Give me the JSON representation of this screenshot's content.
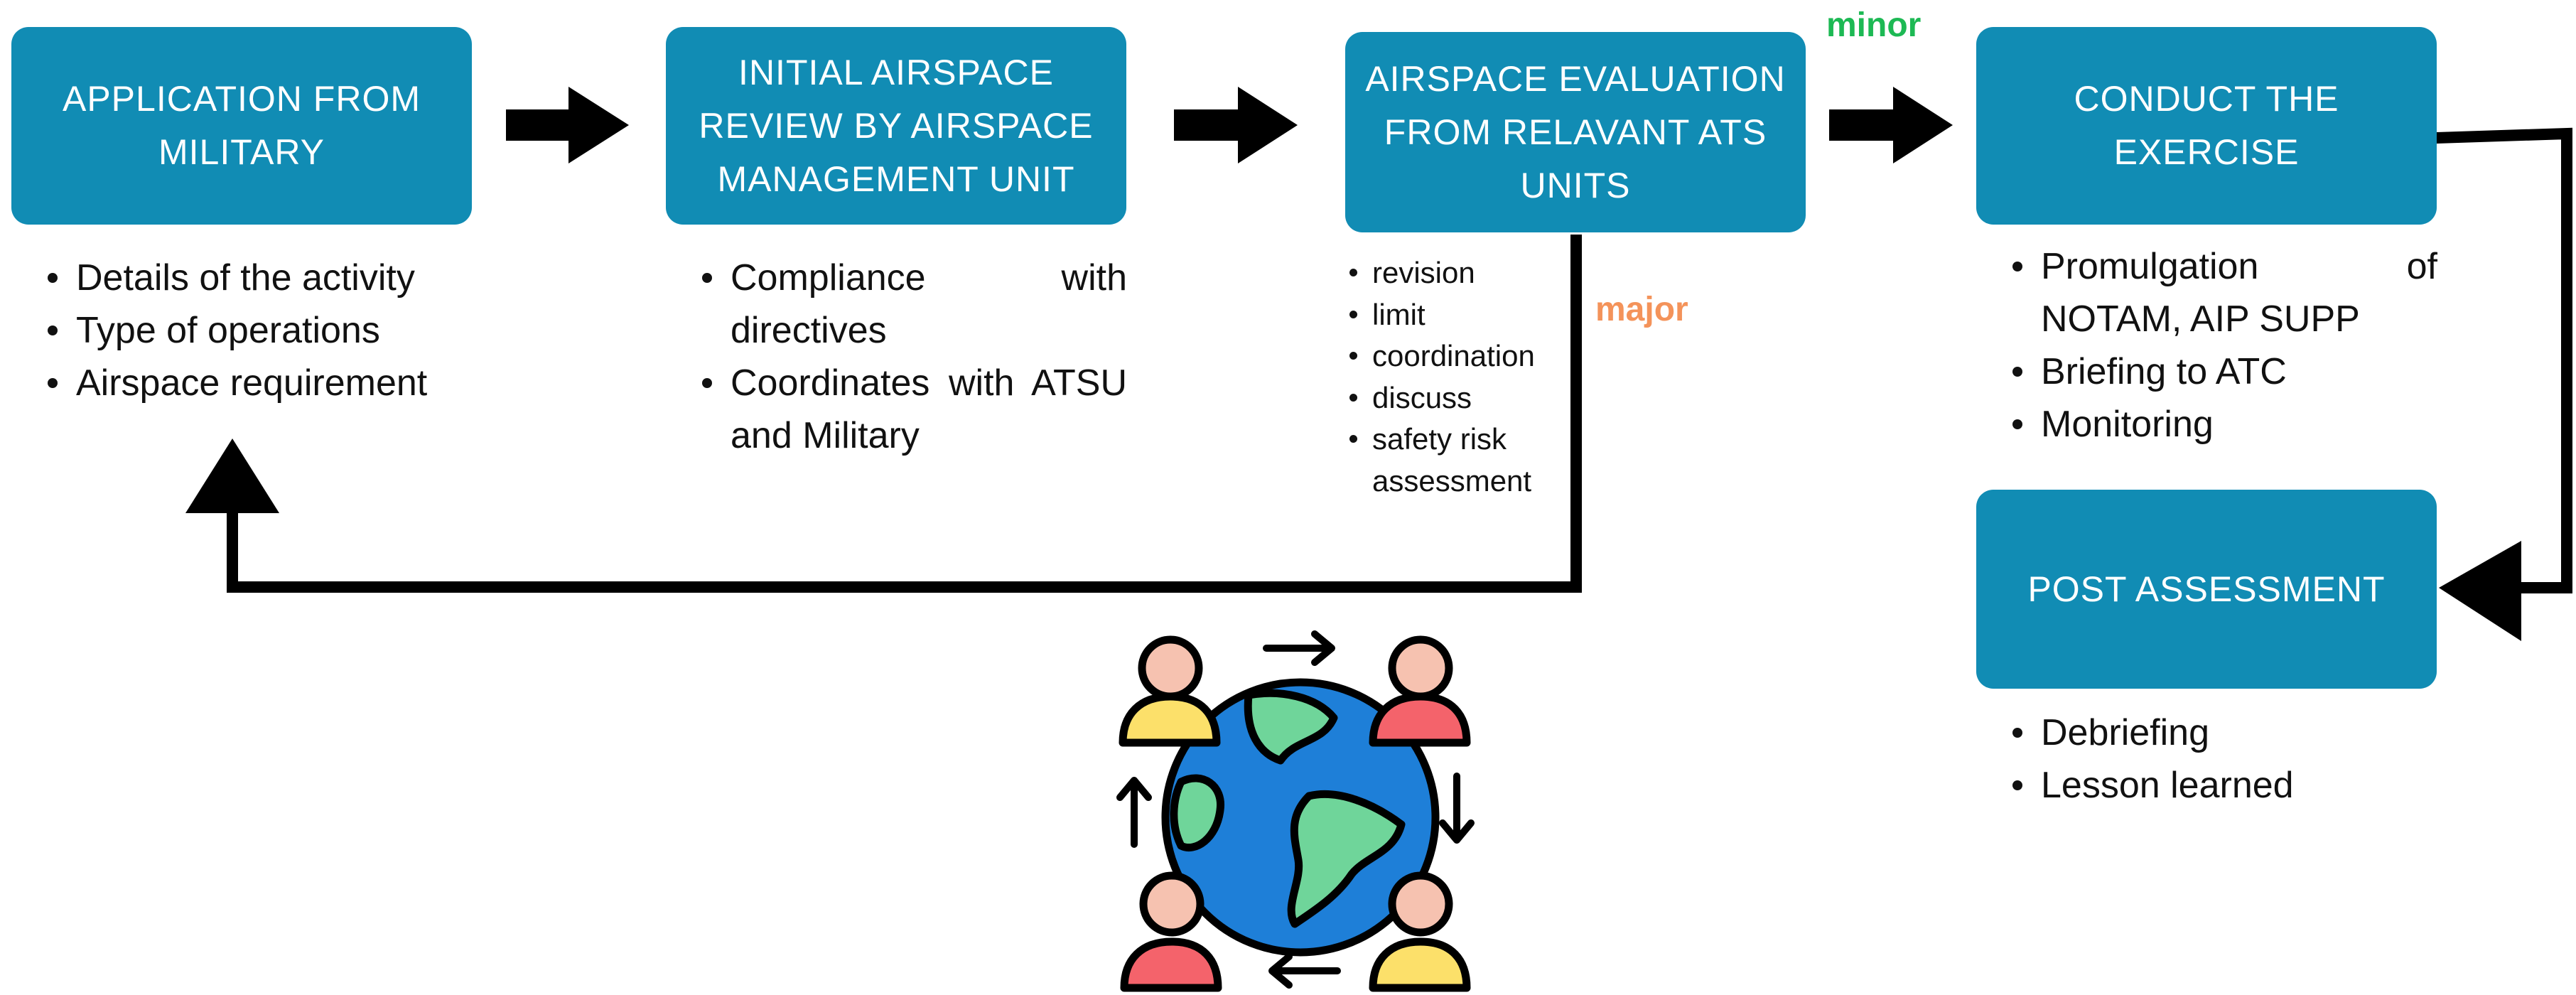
{
  "boxes": {
    "application": [
      "APPLICATION FROM",
      "MILITARY"
    ],
    "initial_review": [
      "INITIAL AIRSPACE",
      "REVIEW BY AIRSPACE",
      "MANAGEMENT UNIT"
    ],
    "evaluation": [
      "AIRSPACE EVALUATION",
      "FROM RELAVANT ATS",
      "UNITS"
    ],
    "conduct": [
      "CONDUCT THE EXERCISE"
    ],
    "post": [
      "POST ASSESSMENT"
    ]
  },
  "bullets": {
    "application": [
      "Details of the activity",
      "Type of operations",
      "Airspace requirement"
    ],
    "initial_review": [
      "Compliance with directives",
      "Coordinates with ATSU and Military"
    ],
    "evaluation": [
      "revision",
      "limit",
      "coordination",
      "discuss",
      "safety risk assessment"
    ],
    "conduct": [
      "Promulgation of NOTAM, AIP SUPP",
      "Briefing to ATC",
      "Monitoring"
    ],
    "post": [
      "Debriefing",
      "Lesson learned"
    ]
  },
  "labels": {
    "minor": "minor",
    "major": "major"
  },
  "colors": {
    "box": "#118CB4",
    "minor": "#1DB954",
    "major": "#F4935A",
    "globe_ocean": "#1E7FD8",
    "globe_land": "#6FD59A",
    "person_yellow": "#FCE06A",
    "person_red": "#F4636B",
    "skin": "#F6C2B0"
  },
  "icons": [
    "right-arrow-icon",
    "up-arrow-icon",
    "left-arrow-icon",
    "globe-people-icon"
  ]
}
